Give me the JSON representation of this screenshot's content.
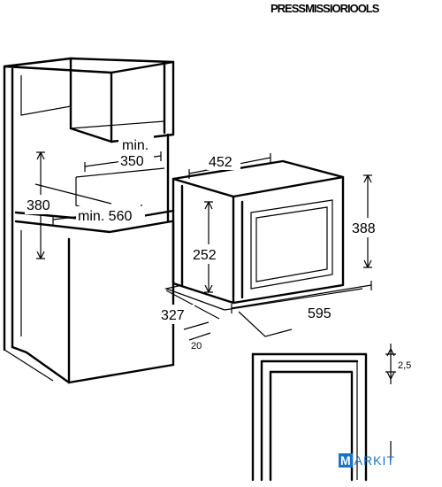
{
  "header": {
    "code": "PRESSMISSIORIOOLS"
  },
  "dimensions": {
    "min_label": "min.",
    "min_350_value": "350",
    "cabinet_height": "380",
    "min_560": "min. 560",
    "appliance_width": "452",
    "appliance_height": "388",
    "appliance_inner_height": "252",
    "appliance_depth": "327",
    "appliance_depth_overall": "595",
    "small_offset": "20",
    "detail_gap": "2,5"
  },
  "logo": {
    "box_letter": "M",
    "rest": "ARKIT"
  }
}
